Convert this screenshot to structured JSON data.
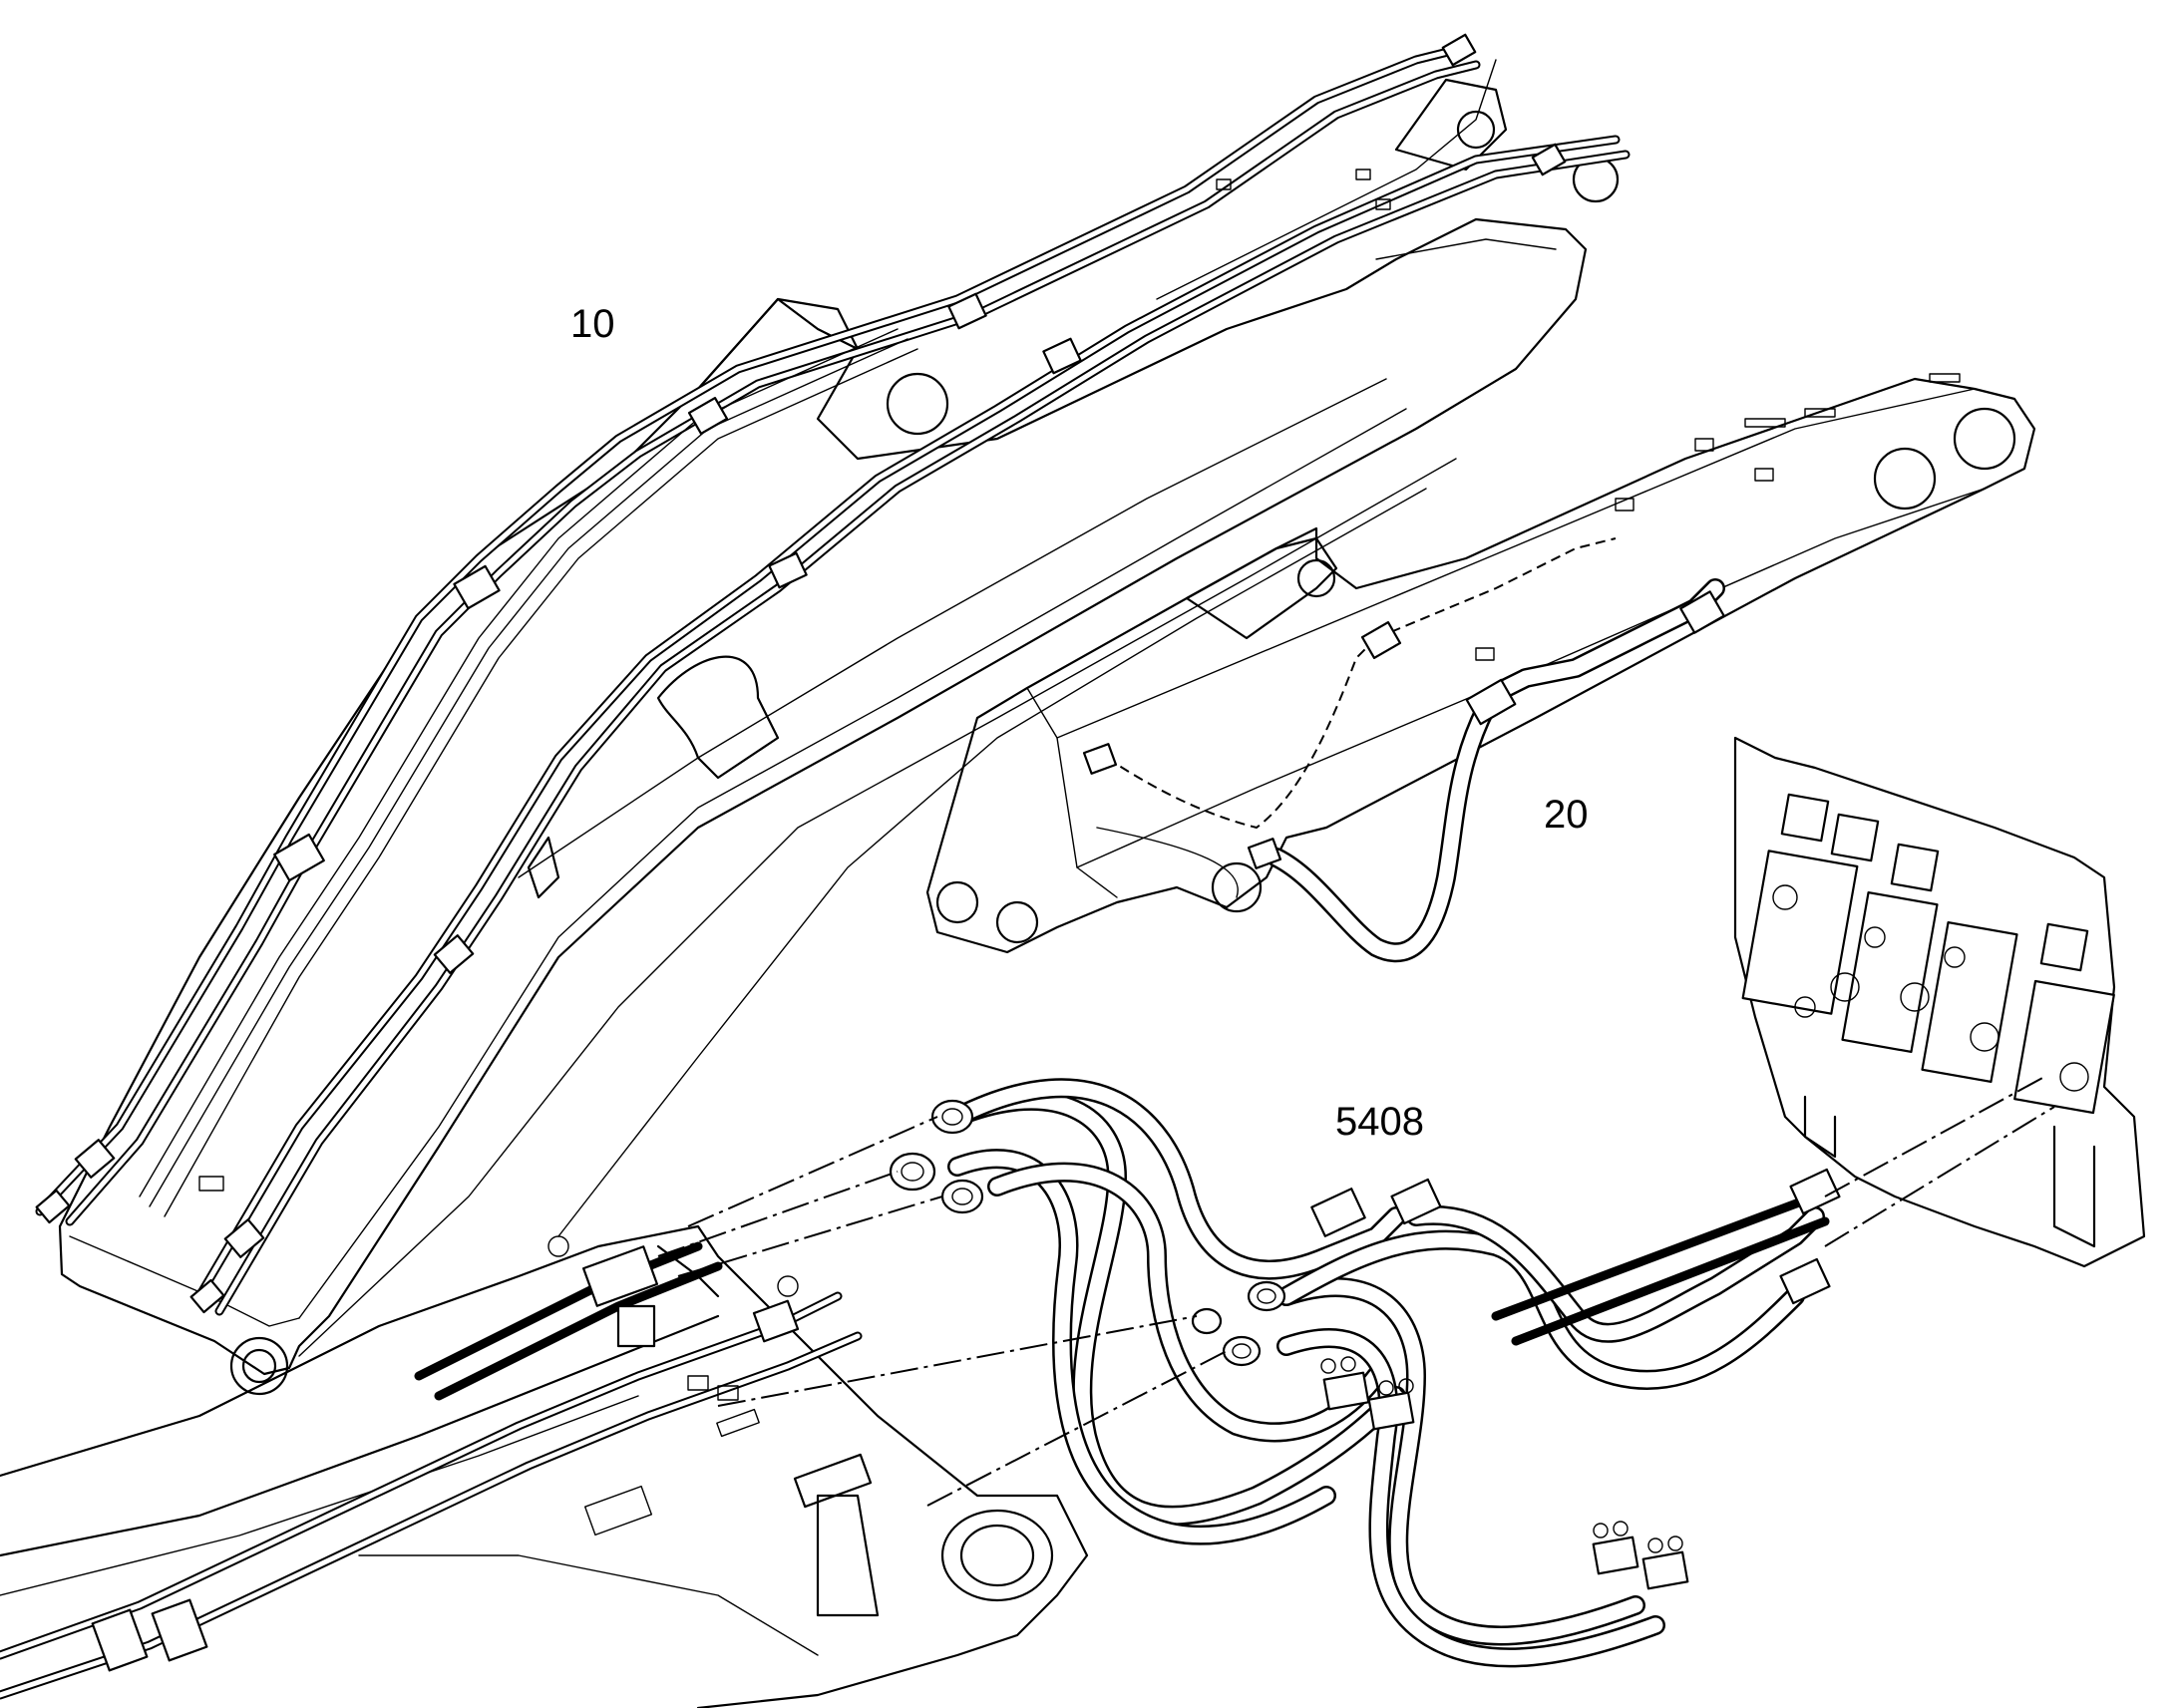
{
  "figure": {
    "callouts": [
      {
        "id": "10",
        "text": "10"
      },
      {
        "id": "20",
        "text": "20"
      },
      {
        "id": "5408",
        "text": "5408"
      }
    ],
    "colors": {
      "line": "#000000",
      "background": "#ffffff"
    }
  }
}
